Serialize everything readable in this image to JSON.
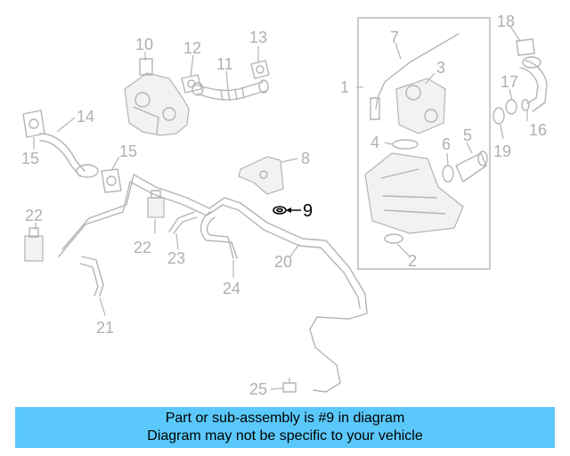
{
  "diagram": {
    "highlighted_callout": "9",
    "callouts": [
      "1",
      "2",
      "3",
      "4",
      "5",
      "6",
      "7",
      "8",
      "10",
      "11",
      "12",
      "13",
      "14",
      "15",
      "15",
      "16",
      "17",
      "18",
      "19",
      "20",
      "21",
      "22",
      "22",
      "23",
      "24",
      "25"
    ]
  },
  "banner": {
    "line1": "Part or sub-assembly is #9 in diagram",
    "line2": "Diagram may not be specific to your vehicle",
    "color": "#5ac8fa"
  }
}
